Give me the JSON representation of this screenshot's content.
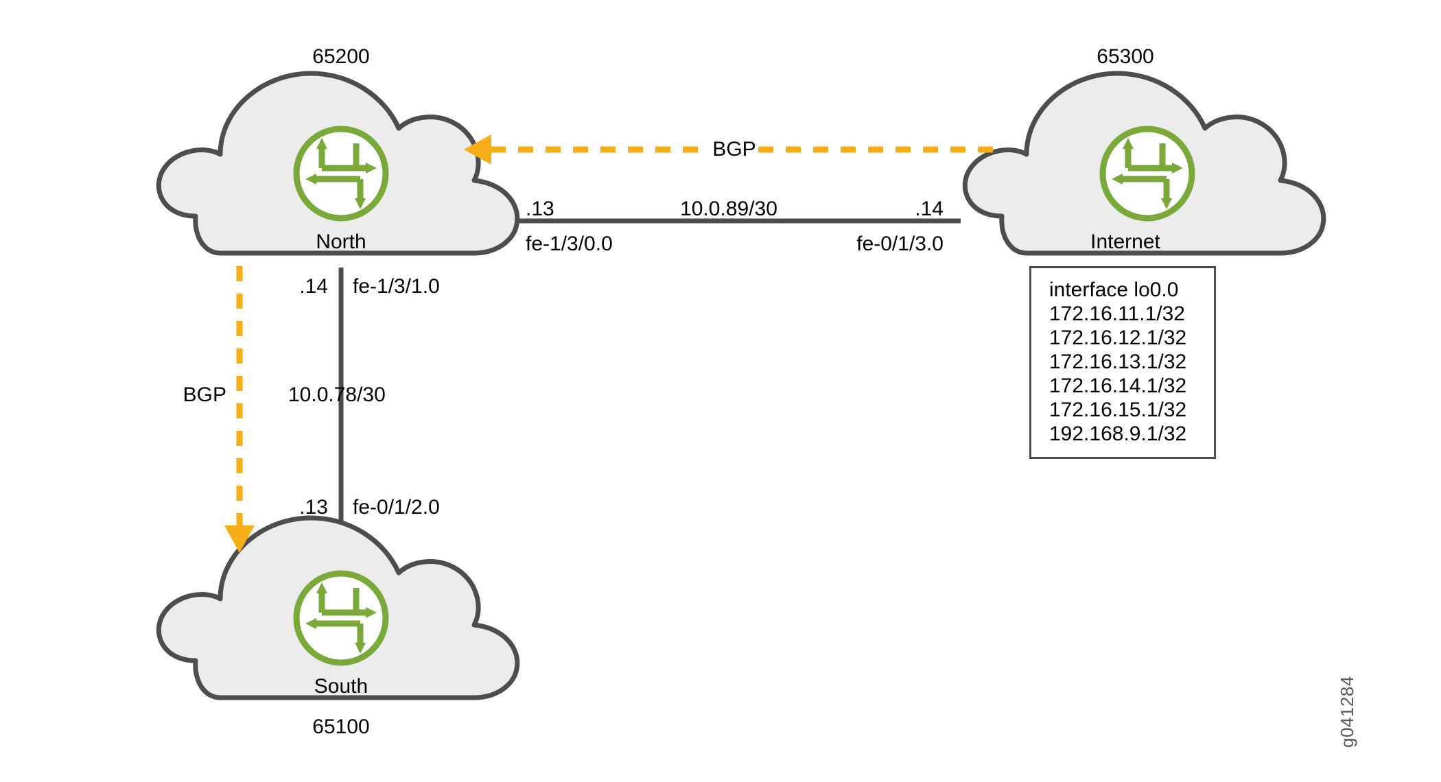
{
  "diagram": {
    "title": "BGP network topology",
    "watermark": "g041284",
    "colors": {
      "cloud_fill": "#ECECEC",
      "cloud_stroke": "#4D4D4D",
      "link_stroke": "#4D4D4D",
      "router_green": "#78A939",
      "bgp_orange": "#F6AD17",
      "text": "#000000"
    }
  },
  "clouds": [
    {
      "id": "north",
      "name": "North",
      "as_number": "65200",
      "as_label_position": "top"
    },
    {
      "id": "internet",
      "name": "Internet",
      "as_number": "65300",
      "as_label_position": "top"
    },
    {
      "id": "south",
      "name": "South",
      "as_number": "65100",
      "as_label_position": "bottom"
    }
  ],
  "links": [
    {
      "id": "north-internet",
      "orientation": "horizontal",
      "subnet": "10.0.89/30",
      "left_host": ".13",
      "left_interface": "fe-1/3/0.0",
      "right_host": ".14",
      "right_interface": "fe-0/1/3.0"
    },
    {
      "id": "north-south",
      "orientation": "vertical",
      "subnet": "10.0.78/30",
      "top_host": ".14",
      "top_interface": "fe-1/3/1.0",
      "bottom_host": ".13",
      "bottom_interface": "fe-0/1/2.0"
    }
  ],
  "bgp_sessions": [
    {
      "id": "bgp-internet-to-north",
      "label": "BGP",
      "direction": "leftward",
      "style": "dashed"
    },
    {
      "id": "bgp-north-to-south",
      "label": "BGP",
      "direction": "downward",
      "style": "dashed"
    }
  ],
  "loopback_box": {
    "heading": "interface lo0.0",
    "addresses": [
      "172.16.11.1/32",
      "172.16.12.1/32",
      "172.16.13.1/32",
      "172.16.14.1/32",
      "172.16.15.1/32",
      "192.168.9.1/32"
    ]
  }
}
